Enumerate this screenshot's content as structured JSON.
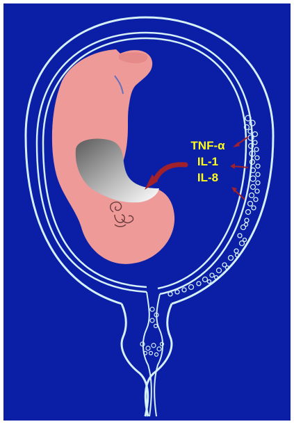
{
  "figure": {
    "cytokines": [
      "TNF-α",
      "IL-1",
      "IL-8"
    ]
  },
  "colors": {
    "background": "#0b1fa6",
    "outline": "#d6f0f8",
    "fetus": "#ee9a98",
    "arrow": "#a0202c",
    "label": "#ffff1a"
  }
}
